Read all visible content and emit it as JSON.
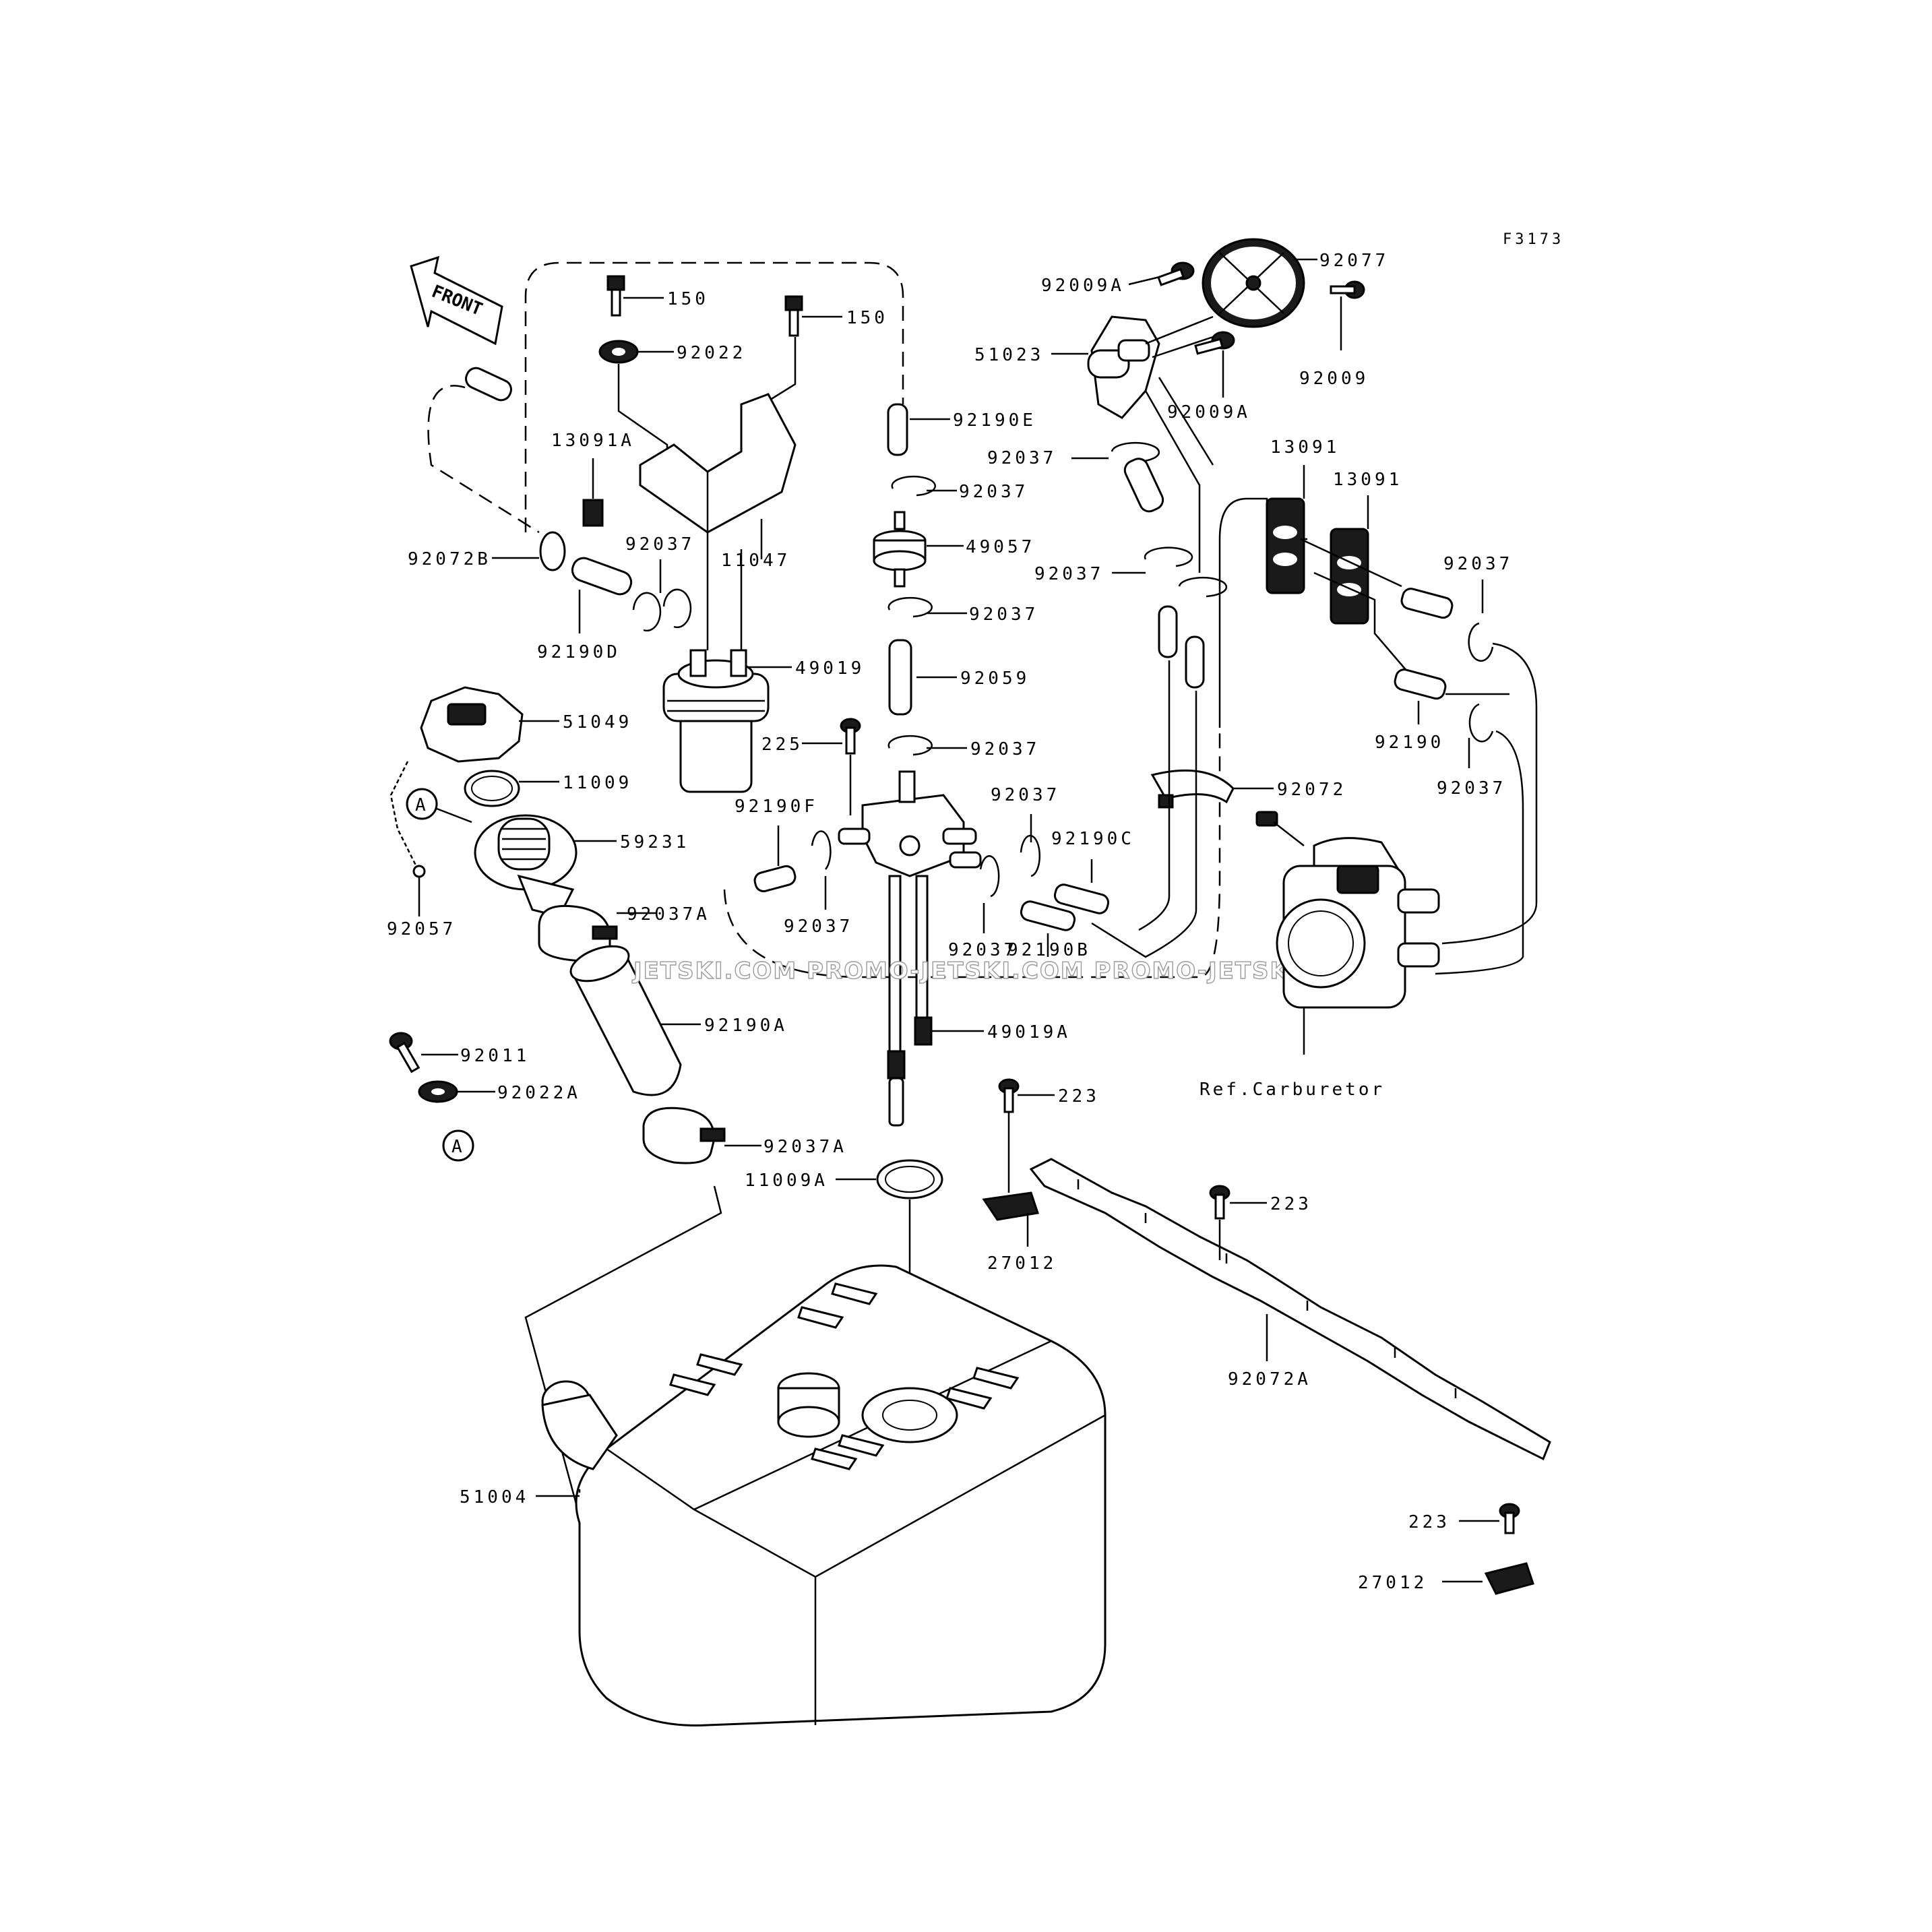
{
  "figure_code": "F3173",
  "front_label": "FRONT",
  "circle_marker": "A",
  "reference_label": "Ref.Carburetor",
  "watermark": "JETSKI.COM  PROMO-JETSKI.COM  PROMO-JETSKI.COM",
  "parts": {
    "p150a": "150",
    "p150b": "150",
    "p92022": "92022",
    "p92190e": "92190E",
    "p13091a": "13091A",
    "p11047": "11047",
    "p92072b": "92072B",
    "p92037_l": "92037",
    "p92190d": "92190D",
    "p49019": "49019",
    "p51049": "51049",
    "p11009": "11009",
    "p59231": "59231",
    "p92057": "92057",
    "p92037a_1": "92037A",
    "p92190a": "92190A",
    "p92011": "92011",
    "p92022a": "92022A",
    "p92037a_2": "92037A",
    "p11009a": "11009A",
    "p51004": "51004",
    "p92037_c1": "92037",
    "p49057": "49057",
    "p92037_c2": "92037",
    "p92059": "92059",
    "p225": "225",
    "p92037_c3": "92037",
    "p92190f": "92190F",
    "p92037_c4": "92037",
    "p92037_c5": "92037",
    "p92037_c6": "92037",
    "p49019a": "49019A",
    "p92190c": "92190C",
    "p92190b": "92190B",
    "p223a": "223",
    "p27012a": "27012",
    "p92009a_1": "92009A",
    "p92077": "92077",
    "p51023": "51023",
    "p92009": "92009",
    "p92009a_2": "92009A",
    "p92037_r1": "92037",
    "p13091_1": "13091",
    "p13091_2": "13091",
    "p92037_r2": "92037",
    "p92037_r3": "92037",
    "p92190": "92190",
    "p92037_r4": "92037",
    "p92072": "92072",
    "p223b": "223",
    "p92072a": "92072A",
    "p223c": "223",
    "p27012b": "27012"
  }
}
